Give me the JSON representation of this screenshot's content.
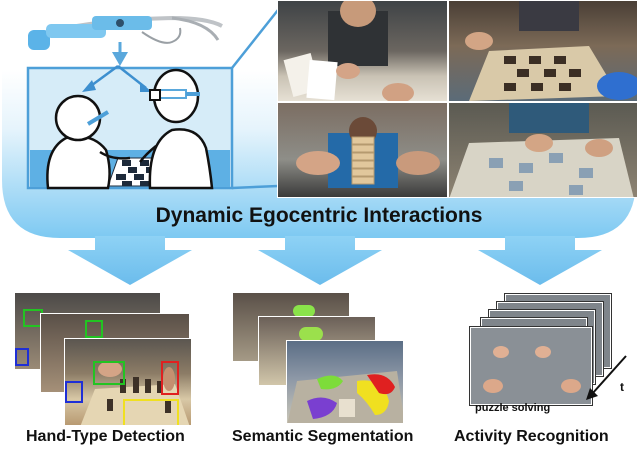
{
  "header": {
    "title": "Dynamic Egocentric Interactions"
  },
  "tasks": [
    {
      "label": "Hand-Type Detection"
    },
    {
      "label": "Semantic Segmentation"
    },
    {
      "label": "Activity Recognition"
    }
  ],
  "activity": {
    "caption": "puzzle solving",
    "time_axis": "t"
  },
  "colors": {
    "banner_top": "#ffffff",
    "banner_bottom": "#6fc3f0",
    "arrow": "#7cc8f2",
    "box_green": "#22c422",
    "box_blue": "#1f2fd6",
    "box_red": "#e02020",
    "box_yellow": "#f0e020"
  },
  "icons": [
    "glass-headset-icon",
    "person-icon",
    "chessboard-icon"
  ]
}
